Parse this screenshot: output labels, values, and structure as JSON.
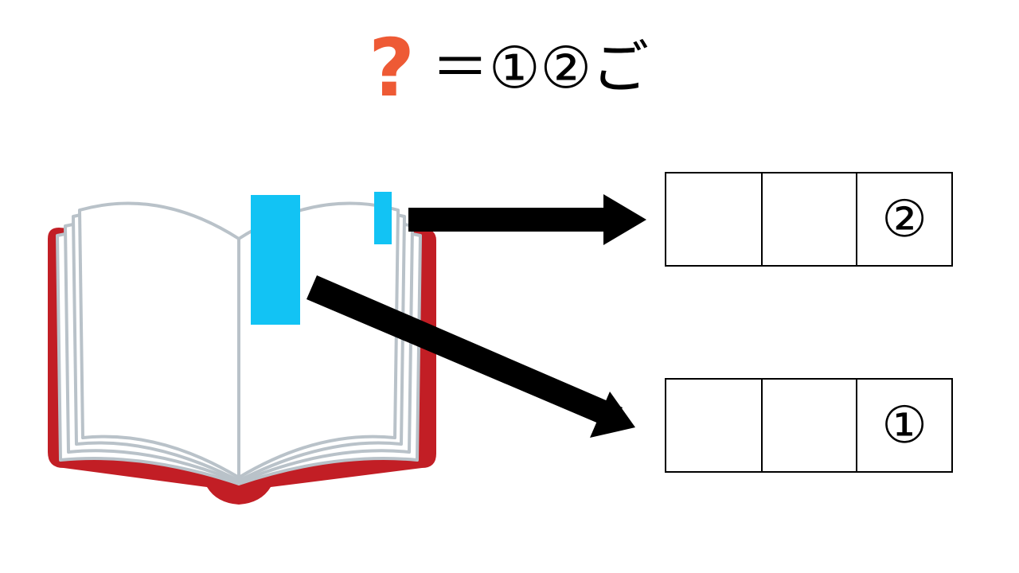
{
  "title": {
    "question_mark": "?",
    "equals_expression": "＝①②ご",
    "question_color": "#ee5a35"
  },
  "book": {
    "cover_color": "#c21e25",
    "page_color": "#ffffff",
    "page_edge_color": "#b9c2c9",
    "bookmark_color": "#12c3f4"
  },
  "arrow_color": "#000000",
  "answer_boxes": {
    "top": {
      "cells": [
        "",
        "",
        "②"
      ]
    },
    "bottom": {
      "cells": [
        "",
        "",
        "①"
      ]
    }
  }
}
